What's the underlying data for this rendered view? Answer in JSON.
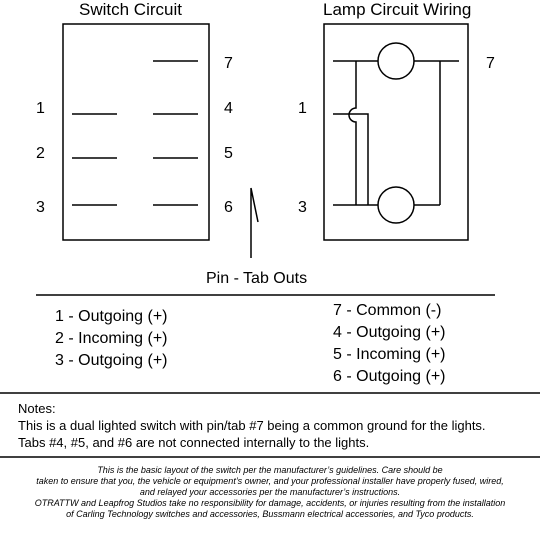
{
  "switch_circuit": {
    "title": "Switch Circuit",
    "pins_left": [
      "1",
      "2",
      "3"
    ],
    "pins_right": [
      "7",
      "4",
      "5",
      "6"
    ]
  },
  "lamp_circuit": {
    "title": "Lamp Circuit Wiring",
    "pins_left": [
      "1",
      "3"
    ],
    "pins_right": [
      "7"
    ]
  },
  "pin_tab_outs": {
    "title": "Pin - Tab Outs",
    "left": [
      "1 - Outgoing (+)",
      "2 - Incoming (+)",
      "3 - Outgoing (+)"
    ],
    "right": [
      "7 - Common (-)",
      "4 - Outgoing (+)",
      "5 - Incoming (+)",
      "6 - Outgoing (+)"
    ]
  },
  "notes": {
    "heading": "Notes:",
    "line1": "This is a dual lighted switch with pin/tab #7 being a common ground for the lights.",
    "line2": "Tabs #4, #5, and #6 are not connected internally to the lights."
  },
  "disclaimer": {
    "line1": "This is the basic layout of the switch per the manufacturer’s guidelines.  Care should be",
    "line2": "taken to ensure that you, the vehicle or equipment’s owner, and your professional installer have properly fused, wired,",
    "line3": "and relayed your accessories per the manufacturer’s instructions.",
    "line4": "OTRATTW and Leapfrog Studios take no responsibility for damage, accidents, or injuries resulting from the installation",
    "line5": "of Carling Technology switches and accessories, Bussmann electrical accessories, and Tyco products."
  }
}
